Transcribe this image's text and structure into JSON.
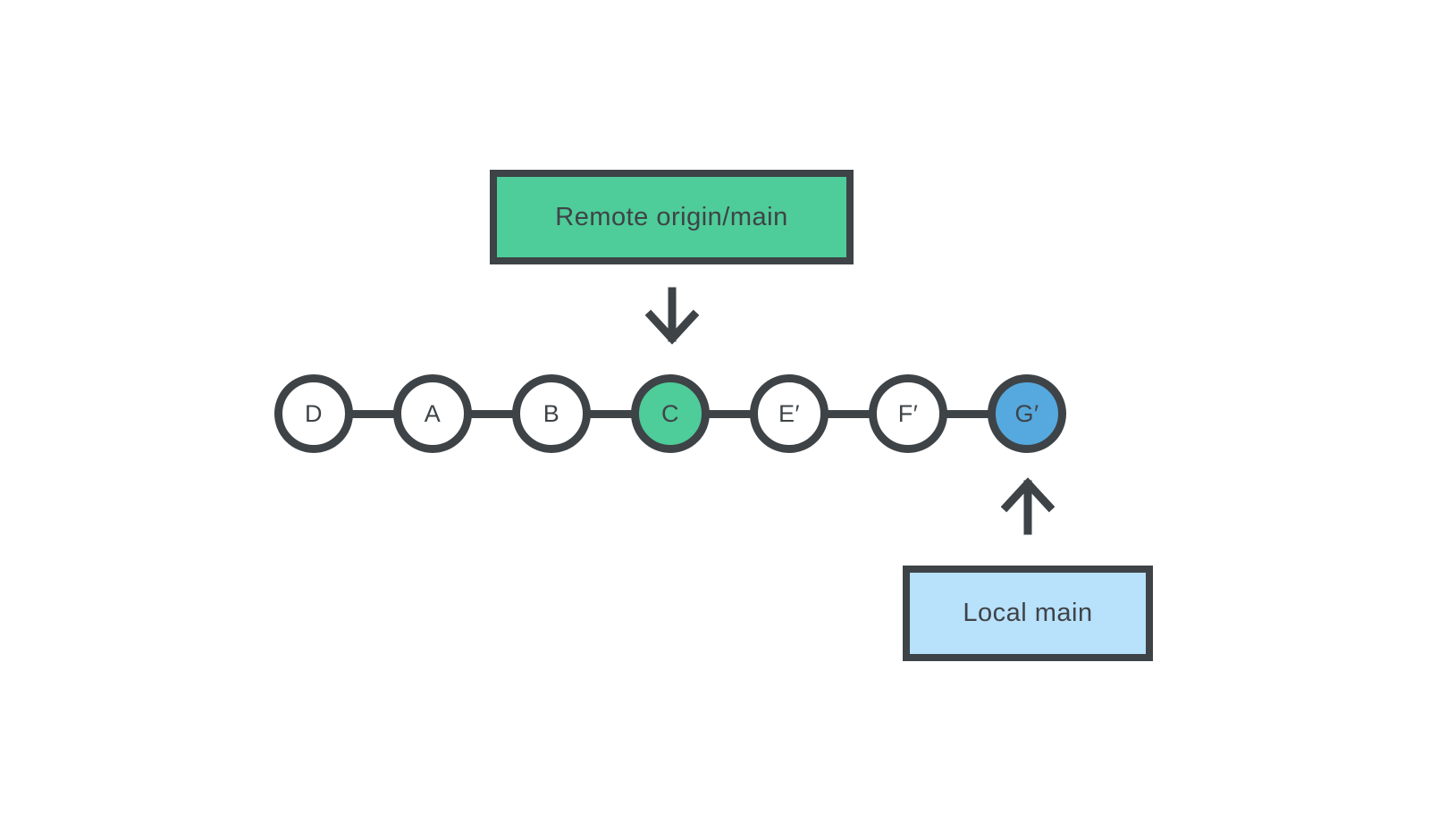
{
  "colors": {
    "ink": "#3E4347",
    "remote-green": "#4ECC99",
    "local-node-blue": "#56A9DE",
    "local-box-blue": "#B8E1FB",
    "node-fill": "#FFFFFF",
    "bg": "#FFFFFF"
  },
  "remote_branch": {
    "label": "Remote origin/main",
    "points_to_commit": "C",
    "arrow_direction": "down"
  },
  "local_branch": {
    "label": "Local main",
    "points_to_commit": "G′",
    "arrow_direction": "up"
  },
  "commit_chain": {
    "nodes": [
      {
        "label": "D",
        "variant": "node--default"
      },
      {
        "label": "A",
        "variant": "node--default"
      },
      {
        "label": "B",
        "variant": "node--default"
      },
      {
        "label": "C",
        "variant": "node--remote"
      },
      {
        "label": "E′",
        "variant": "node--default"
      },
      {
        "label": "F′",
        "variant": "node--default"
      },
      {
        "label": "G′",
        "variant": "node--local"
      }
    ]
  }
}
